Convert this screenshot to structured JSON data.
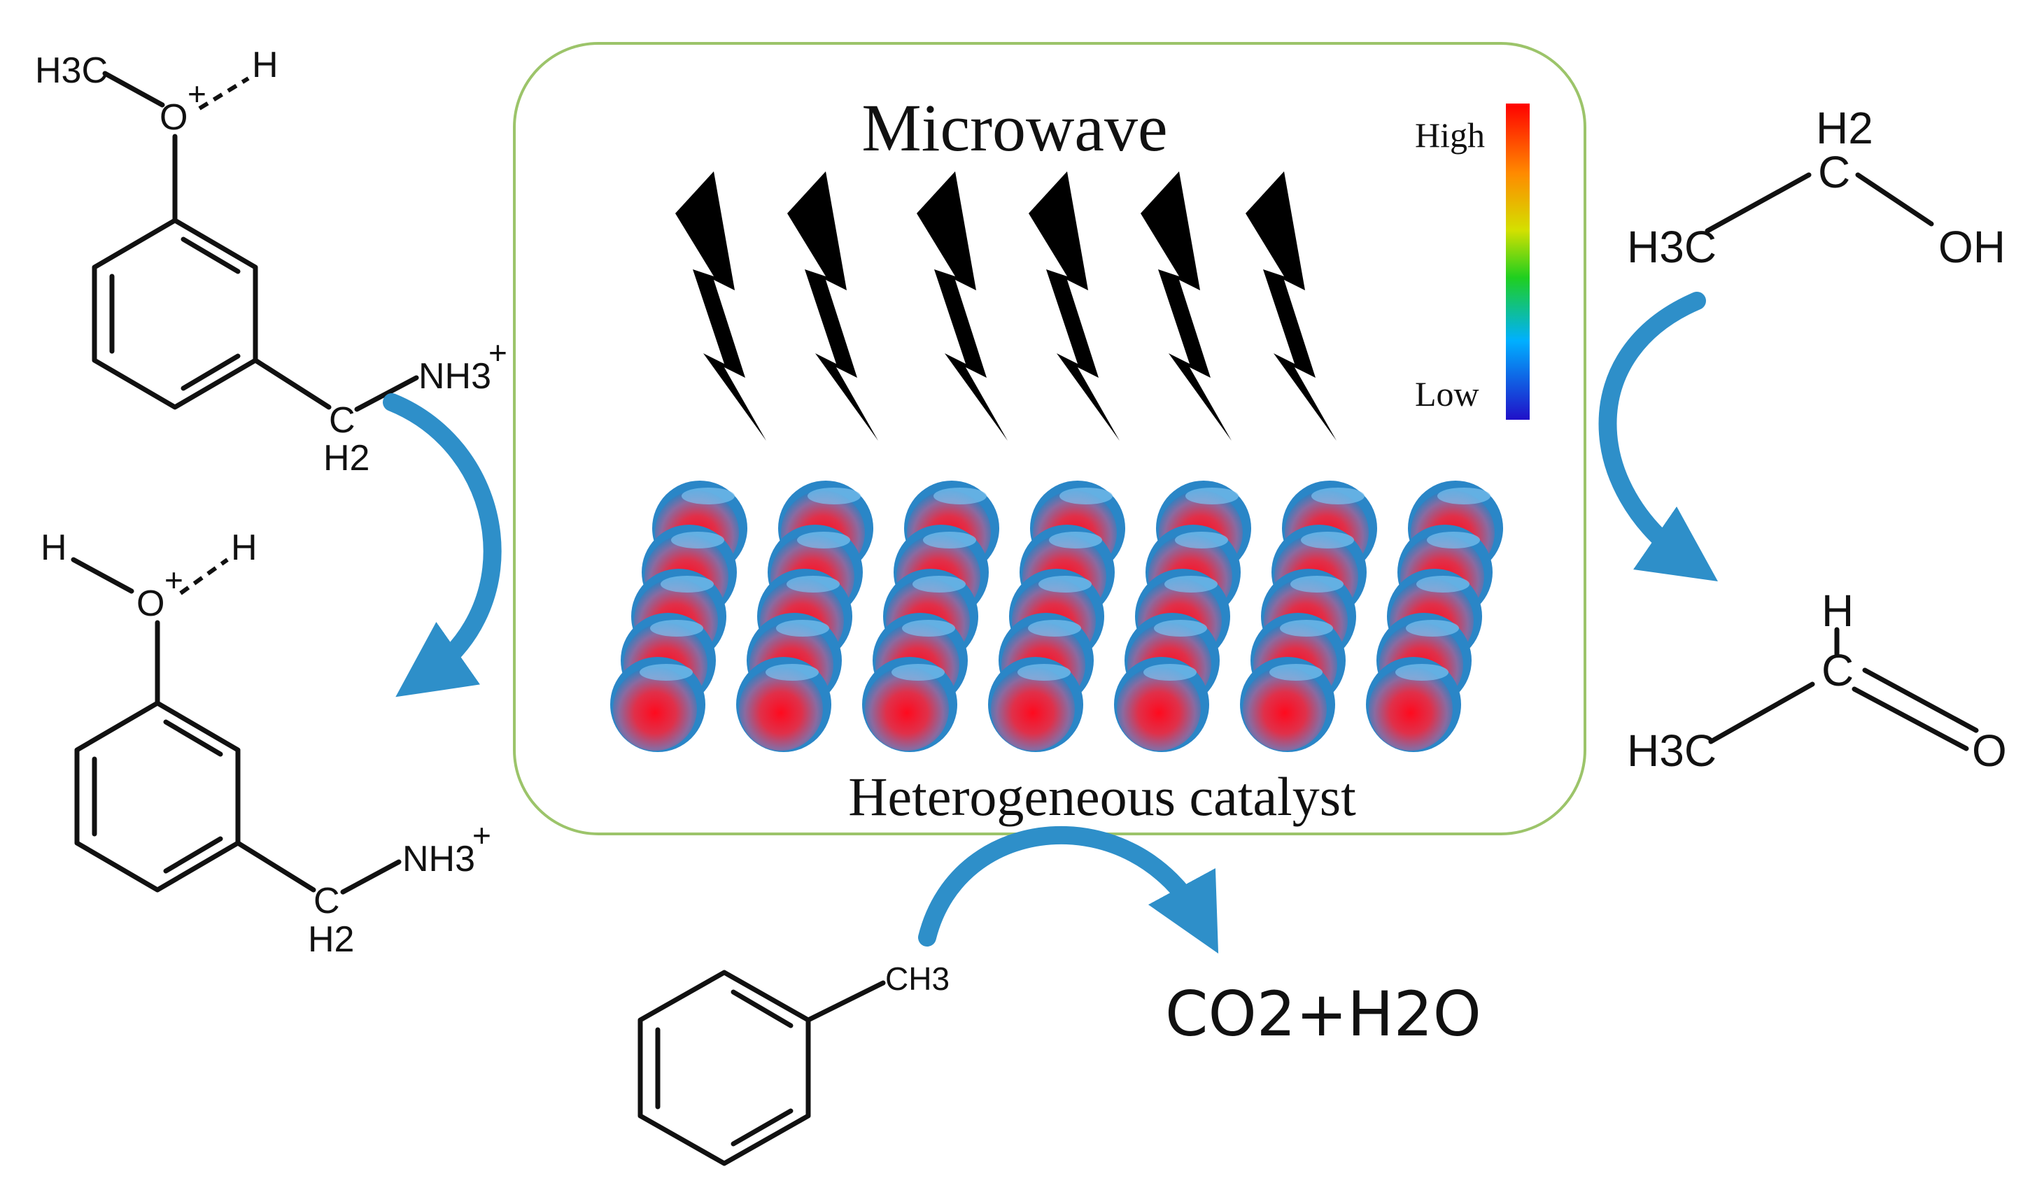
{
  "panel": {
    "title": "Microwave",
    "catalyst_label": "Heterogeneous catalyst",
    "scale": {
      "high": "High",
      "low": "Low"
    },
    "colors": {
      "border": "#9cc46a",
      "arrow": "#2e8fc9",
      "bolt": "#000000",
      "sphere_rim": "#2a86c7",
      "sphere_core": "#ff1a2a"
    }
  },
  "molecules": {
    "top_left": {
      "methyl": "H3C",
      "oxonium": "O",
      "plus": "+",
      "h_right": "H",
      "amine": "NH3",
      "amine_charge": "+",
      "ch2_c": "C",
      "ch2_h": "H2"
    },
    "bottom_left": {
      "h_left": "H",
      "oxonium": "O",
      "plus": "+",
      "h_right": "H",
      "amine": "NH3",
      "amine_charge": "+",
      "ch2_c": "C",
      "ch2_h": "H2"
    },
    "ethanol": {
      "h2": "H2",
      "c": "C",
      "methyl": "H3C",
      "oh": "OH"
    },
    "acetaldehyde": {
      "h": "H",
      "c": "C",
      "methyl": "H3C",
      "o": "O"
    },
    "toluene": {
      "methyl": "CH3"
    }
  },
  "products": {
    "equation": "CO2+H2O"
  },
  "icons": {
    "bolt": "lightning-bolt-icon",
    "arrow": "curved-arrow-icon"
  }
}
